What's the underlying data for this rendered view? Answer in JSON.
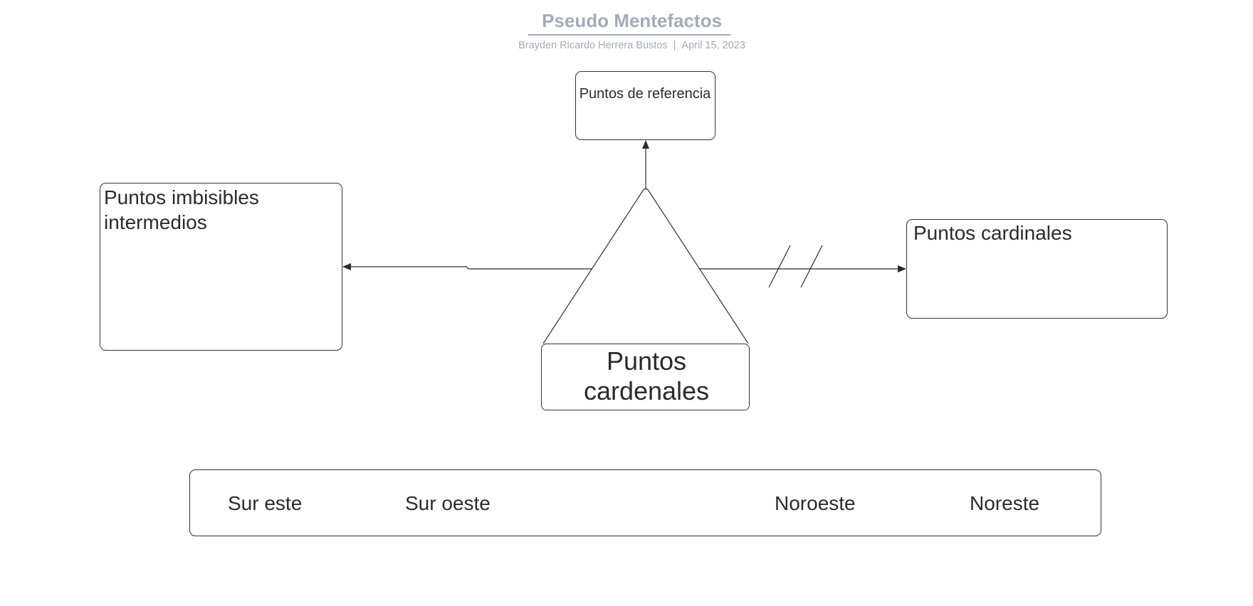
{
  "header": {
    "title": "Pseudo Mentefactos",
    "author": "Brayden Ricardo Herrera Bustos",
    "separator": "|",
    "date": "April 15, 2023"
  },
  "diagram": {
    "top_box": "Puntos de referencia",
    "left_box": "Puntos imbisibles intermedios",
    "right_box": "Puntos cardinales",
    "center_box": "Puntos cardenales",
    "bottom_box_items": [
      "Sur este",
      "Sur oeste",
      "Noroeste",
      "Noreste"
    ],
    "stroke_color": "#2b2b2b"
  }
}
